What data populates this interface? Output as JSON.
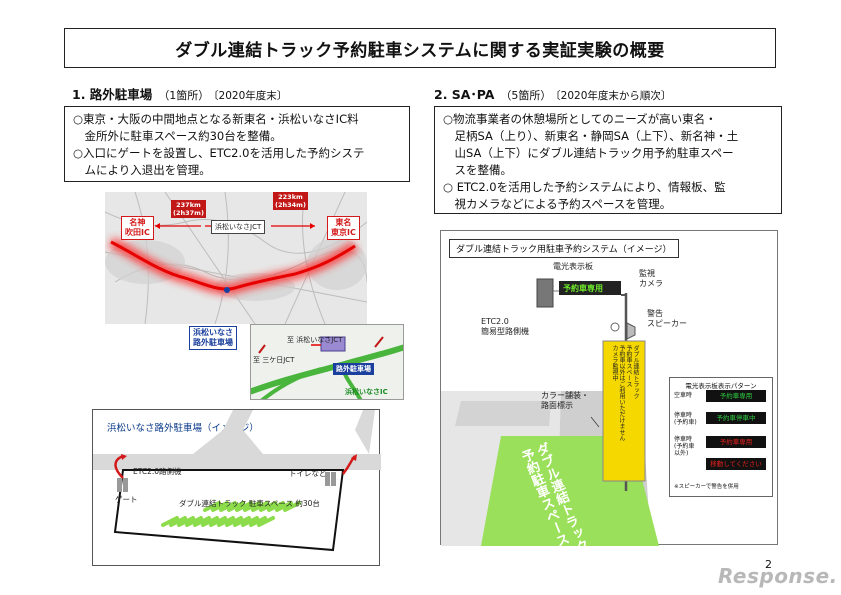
{
  "title": "ダブル連結トラック予約駐車システムに関する実証実験の概要",
  "section1": {
    "heading": "1. 路外駐車場",
    "count": "（1箇所）",
    "year": "〔2020年度末〕",
    "lines": [
      "○東京・大阪の中間地点となる新東名・浜松いなさIC料",
      "　金所外に駐車スペース約30台を整備。",
      "○入口にゲートを設置し、ETC2.0を活用した予約システ",
      "　ムにより入退出を管理。"
    ]
  },
  "section2": {
    "heading": "2. SA･PA",
    "count": "（5箇所）",
    "year": "〔2020年度末から順次〕",
    "lines": [
      "○物流事業者の休憩場所としてのニーズが高い東名・",
      "　足柄SA（上り）、新東名・静岡SA（上下）、新名神・土",
      "　山SA（上下）にダブル連結トラック用予約駐車スペー",
      "　スを整備。",
      "○ ETC2.0を活用した予約システムにより、情報板、監",
      "　視カメラなどによる予約スペースを管理。"
    ]
  },
  "map": {
    "left_ic": "名神\n吹田IC",
    "right_ic": "東名\n東京IC",
    "dist_left": "237km\n(2h37m)",
    "dist_right": "223km\n(2h34m)",
    "center_jct": "浜松いなさJCT",
    "site": "浜松いなさ\n路外駐車場"
  },
  "inset": {
    "to_jct": "至 浜松いなさJCT",
    "to_mikkabi": "至 三ケ日JCT",
    "parking": "路外駐車場",
    "ic": "浜松いなさIC"
  },
  "parking_image": {
    "caption": "浜松いなさ路外駐車場（イメージ）",
    "etc": "ETC2.0路側機",
    "toilet": "トイレなど",
    "gate": "ゲート",
    "space": "ダブル連結トラック 駐車スペース 約30台"
  },
  "system": {
    "caption": "ダブル連結トラック用駐車予約システム（イメージ）",
    "sign_board_label": "電光表示板",
    "sign_text": "予約車専用",
    "camera": "監視\nカメラ",
    "speaker": "警告\nスピーカー",
    "etc": "ETC2.0\n簡易型路側機",
    "paving": "カラー舗装・\n路面標示",
    "road_marking": "ダブル連結トラック\n予約駐車スペース",
    "pole_banner": "ダブル連結トラック\n予約車スペース\n予約車以外はご利用いただけません\nカメラ監視中",
    "patterns": {
      "title": "電光表示板表示パターン",
      "rows": [
        {
          "label": "空車時",
          "text": "予約車専用",
          "color": "#2ecc40"
        },
        {
          "label": "停車時\n(予約車)",
          "text": "予約車停車中",
          "color": "#2ecc40"
        },
        {
          "label": "停車時\n(予約車\n以外)",
          "text": "予約車専用",
          "color": "#e8201c"
        },
        {
          "label": "",
          "text": "移動してください",
          "color": "#e8201c"
        }
      ],
      "note": "※スピーカーで警告を併用"
    }
  },
  "page_number": "2",
  "logo": "Response."
}
